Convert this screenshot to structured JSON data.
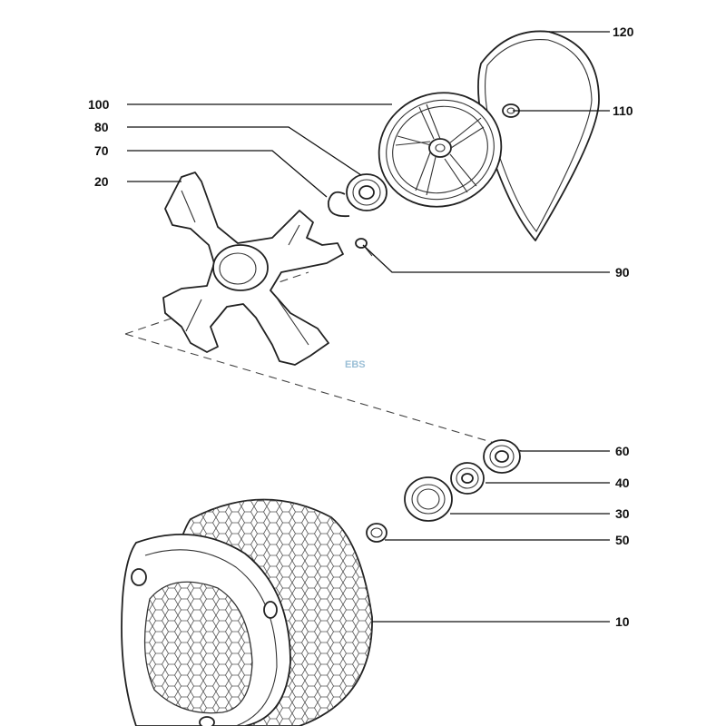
{
  "diagram": {
    "watermark": "EBS",
    "callouts": [
      {
        "id": "c120",
        "text": "120"
      },
      {
        "id": "c110",
        "text": "110"
      },
      {
        "id": "c100",
        "text": "100"
      },
      {
        "id": "c80",
        "text": "80"
      },
      {
        "id": "c70",
        "text": "70"
      },
      {
        "id": "c20",
        "text": "20"
      },
      {
        "id": "c90",
        "text": "90"
      },
      {
        "id": "c60",
        "text": "60"
      },
      {
        "id": "c40",
        "text": "40"
      },
      {
        "id": "c30",
        "text": "30"
      },
      {
        "id": "c50",
        "text": "50"
      },
      {
        "id": "c10",
        "text": "10"
      }
    ]
  }
}
